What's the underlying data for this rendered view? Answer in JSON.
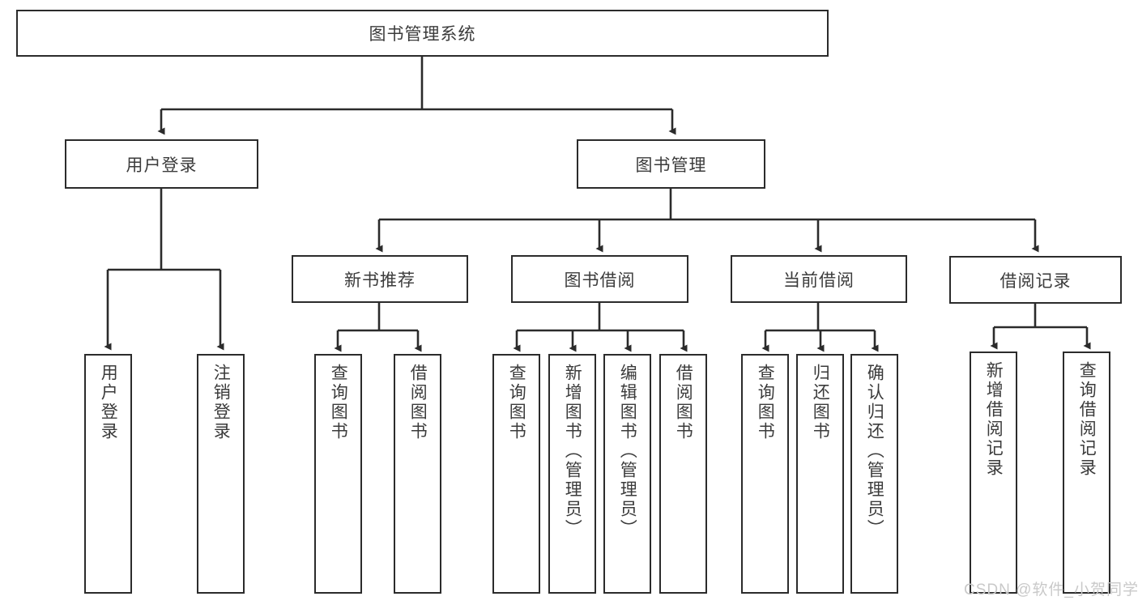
{
  "diagram": {
    "title": "图书管理系统",
    "type": "tree",
    "root": {
      "label": "图书管理系统"
    },
    "level2": [
      {
        "label": "用户登录"
      },
      {
        "label": "图书管理"
      }
    ],
    "level3": [
      {
        "label": "新书推荐"
      },
      {
        "label": "图书借阅"
      },
      {
        "label": "当前借阅"
      },
      {
        "label": "借阅记录"
      }
    ],
    "leaves": {
      "user_login": [
        {
          "label": "用户登录"
        },
        {
          "label": "注销登录"
        }
      ],
      "new_book_recommend": [
        {
          "label": "查询图书"
        },
        {
          "label": "借阅图书"
        }
      ],
      "book_borrow": [
        {
          "label": "查询图书"
        },
        {
          "label": "新增图书（管理员）"
        },
        {
          "label": "编辑图书（管理员）"
        },
        {
          "label": "借阅图书"
        }
      ],
      "current_borrow": [
        {
          "label": "查询图书"
        },
        {
          "label": "归还图书"
        },
        {
          "label": "确认归还（管理员）"
        }
      ],
      "borrow_record": [
        {
          "label": "新增借阅记录"
        },
        {
          "label": "查询借阅记录"
        }
      ]
    }
  },
  "watermark": {
    "text": "CSDN @软件_小贺同学"
  },
  "colors": {
    "border": "#2b2b2b",
    "text": "#3b3b3b",
    "background": "#ffffff",
    "watermark": "#c9c9c9"
  }
}
